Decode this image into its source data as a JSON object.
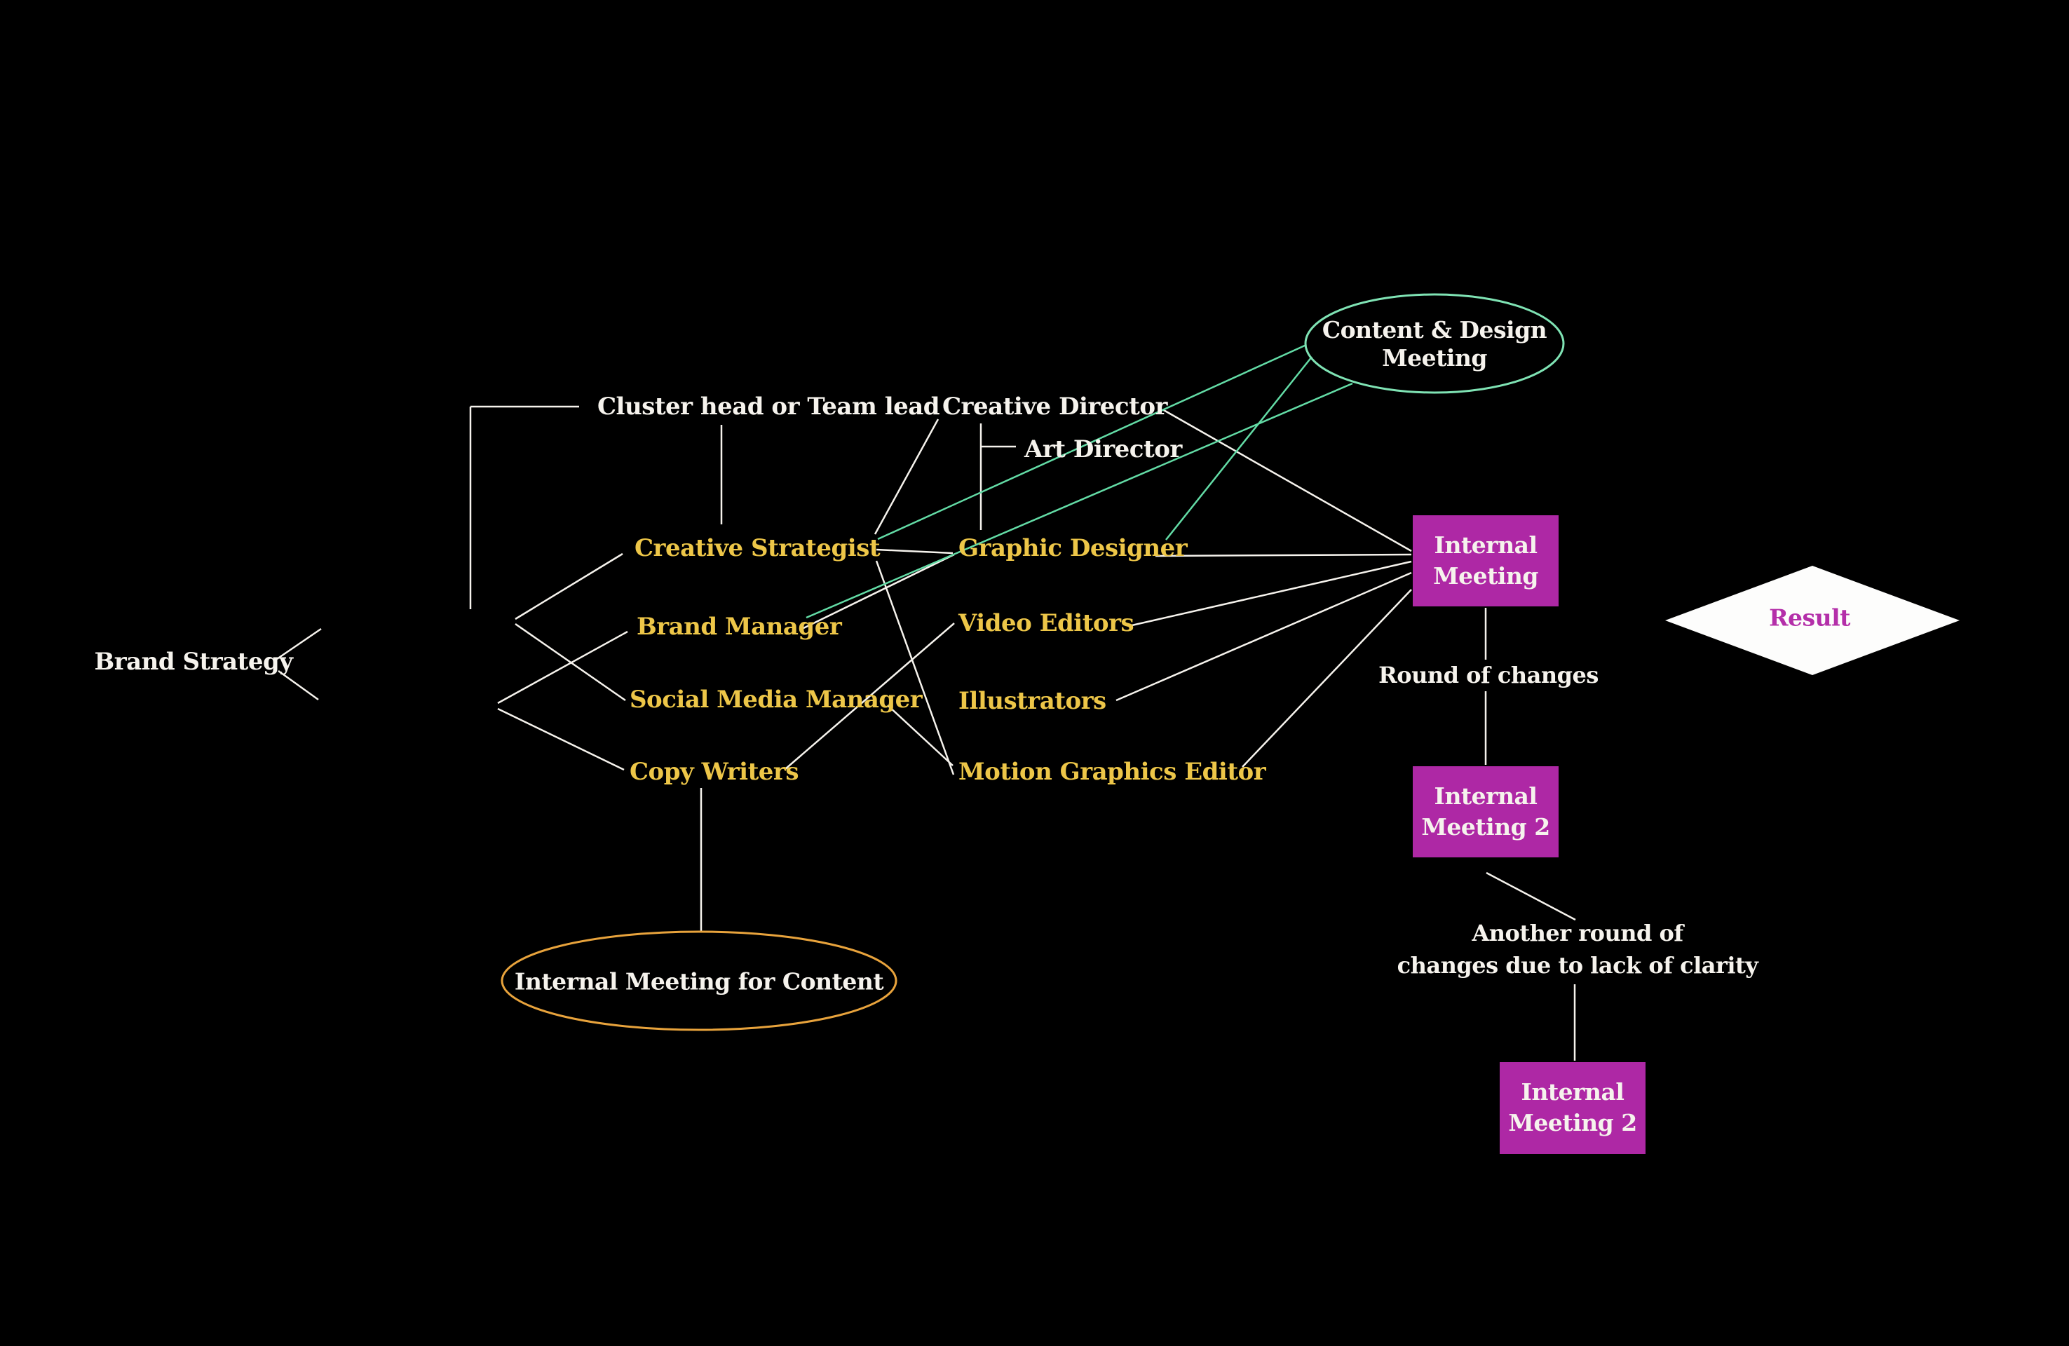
{
  "colors": {
    "background": "#000000",
    "text_white": "#f6f3ed",
    "role_yellow": "#edc648",
    "connector_green": "#63dca6",
    "ellipse_green_stroke": "#7fe3b4",
    "ellipse_orange_stroke": "#e8a33c",
    "meeting_box_magenta": "#ae28a5",
    "result_text_magenta": "#b42fa9",
    "diamond_fill_white": "#fdfdfc"
  },
  "labels": {
    "brand_strategy": "Brand Strategy",
    "cluster_head": "Cluster head or Team lead",
    "creative_director": "Creative Director",
    "art_director": "Art Director",
    "creative_strategist": "Creative Strategist",
    "brand_manager": "Brand Manager",
    "social_media_manager": "Social Media Manager",
    "copy_writers": "Copy Writers",
    "graphic_designer": "Graphic Designer",
    "video_editors": "Video Editors",
    "illustrators": "Illustrators",
    "motion_graphics_editor": "Motion Graphics Editor",
    "round_of_changes": "Round of changes",
    "another_round_line1": "Another round of",
    "another_round_line2": "changes due to lack of clarity",
    "result": "Result"
  },
  "nodes": {
    "content_design_meeting": {
      "line1": "Content & Design",
      "line2": "Meeting"
    },
    "internal_meeting": {
      "line1": "Internal",
      "line2": "Meeting"
    },
    "internal_meeting_2": {
      "line1": "Internal",
      "line2": "Meeting 2"
    },
    "internal_meeting_2_final": {
      "line1": "Internal",
      "line2": "Meeting 2"
    },
    "internal_meeting_for_content": {
      "label": "Internal Meeting for Content"
    }
  },
  "edges": [
    {
      "from": "cluster-head",
      "to": "creative-strategist",
      "color": "white"
    },
    {
      "from": "creative-director",
      "to": "art-director",
      "color": "white"
    },
    {
      "from": "creative-director",
      "to": "graphic-designer",
      "color": "white"
    },
    {
      "from": "creative-strategist",
      "to": "social-media-manager",
      "color": "white"
    },
    {
      "from": "brand-manager",
      "to": "copy-writers",
      "color": "white"
    },
    {
      "from": "creative-strategist",
      "to": "creative-director",
      "color": "white"
    },
    {
      "from": "creative-strategist",
      "to": "graphic-designer",
      "color": "white"
    },
    {
      "from": "creative-strategist",
      "to": "motion-graphics-editor",
      "color": "white"
    },
    {
      "from": "brand-manager",
      "to": "graphic-designer",
      "color": "white"
    },
    {
      "from": "copy-writers",
      "to": "video-editors",
      "color": "white"
    },
    {
      "from": "social-media-manager",
      "to": "motion-graphics-editor",
      "color": "white"
    },
    {
      "from": "creative-director",
      "to": "internal-meeting",
      "color": "white"
    },
    {
      "from": "graphic-designer",
      "to": "internal-meeting",
      "color": "white"
    },
    {
      "from": "video-editors",
      "to": "internal-meeting",
      "color": "white"
    },
    {
      "from": "illustrators",
      "to": "internal-meeting",
      "color": "white"
    },
    {
      "from": "motion-graphics-editor",
      "to": "internal-meeting",
      "color": "white"
    },
    {
      "from": "internal-meeting",
      "to": "round-of-changes",
      "color": "white"
    },
    {
      "from": "round-of-changes",
      "to": "internal-meeting-2",
      "color": "white"
    },
    {
      "from": "internal-meeting-2",
      "to": "another-round-of-changes",
      "color": "white"
    },
    {
      "from": "another-round-of-changes",
      "to": "internal-meeting-2-final",
      "color": "white"
    },
    {
      "from": "copy-writers",
      "to": "internal-meeting-for-content",
      "color": "white"
    },
    {
      "from": "creative-strategist",
      "to": "content-design-meeting",
      "color": "green"
    },
    {
      "from": "brand-manager",
      "to": "content-design-meeting",
      "color": "green"
    },
    {
      "from": "graphic-designer",
      "to": "content-design-meeting",
      "color": "green"
    }
  ]
}
